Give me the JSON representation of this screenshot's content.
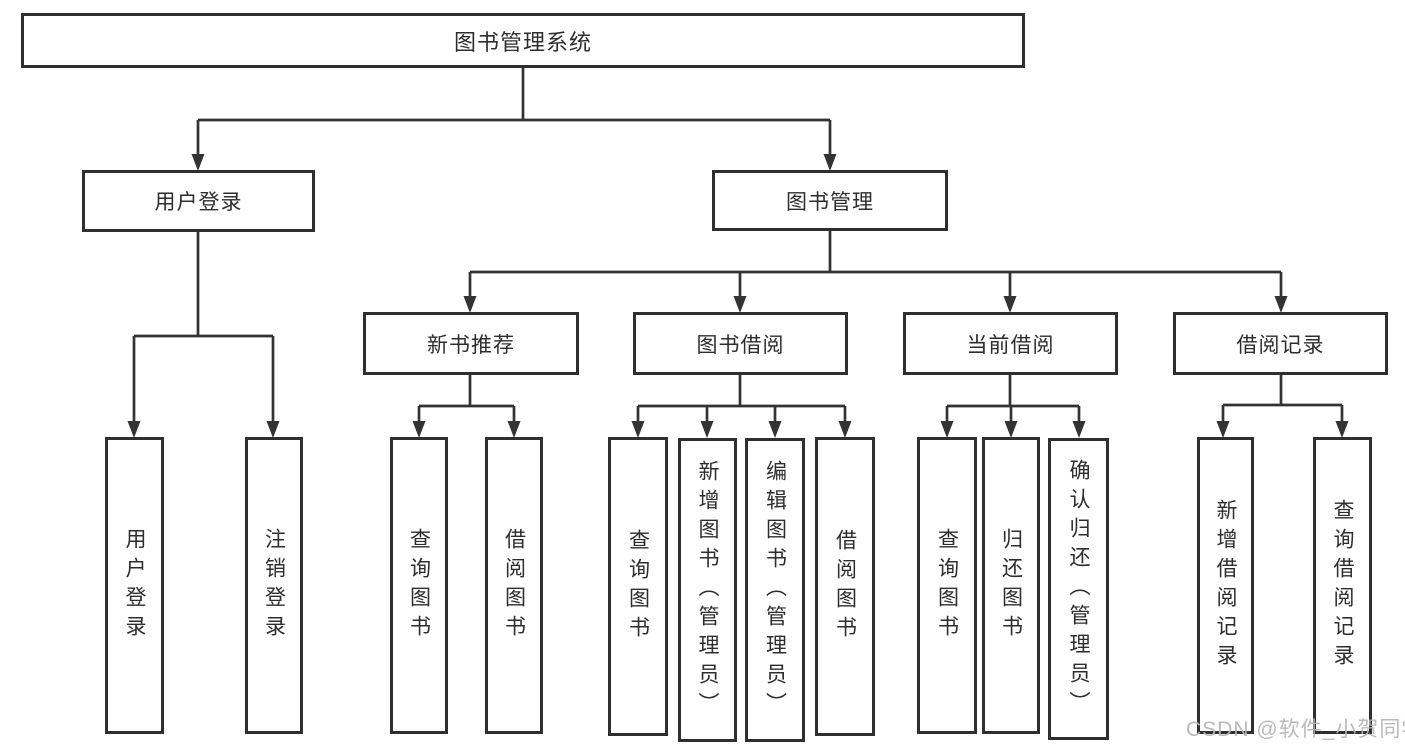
{
  "page": {
    "background_color": "#ffffff"
  },
  "diagram": {
    "type": "tree",
    "line_color": "#333333",
    "box_border_color": "#2f2f2f",
    "text_color": "#2d2d2d",
    "root": {
      "label": "图书管理系统"
    },
    "branches": [
      {
        "label": "用户登录",
        "children": [
          {
            "label": "用户登录"
          },
          {
            "label": "注销登录"
          }
        ]
      },
      {
        "label": "图书管理",
        "children": [
          {
            "label": "新书推荐",
            "children": [
              {
                "label": "查询图书"
              },
              {
                "label": "借阅图书"
              }
            ]
          },
          {
            "label": "图书借阅",
            "children": [
              {
                "label": "查询图书"
              },
              {
                "label": "新增图书（管理员）"
              },
              {
                "label": "编辑图书（管理员）"
              },
              {
                "label": "借阅图书"
              }
            ]
          },
          {
            "label": "当前借阅",
            "children": [
              {
                "label": "查询图书"
              },
              {
                "label": "归还图书"
              },
              {
                "label": "确认归还（管理员）"
              }
            ]
          },
          {
            "label": "借阅记录",
            "children": [
              {
                "label": "新增借阅记录"
              },
              {
                "label": "查询借阅记录"
              }
            ]
          }
        ]
      }
    ]
  },
  "watermark": {
    "text": "CSDN @软件_小贺同学",
    "color": "#b5b5b5"
  }
}
